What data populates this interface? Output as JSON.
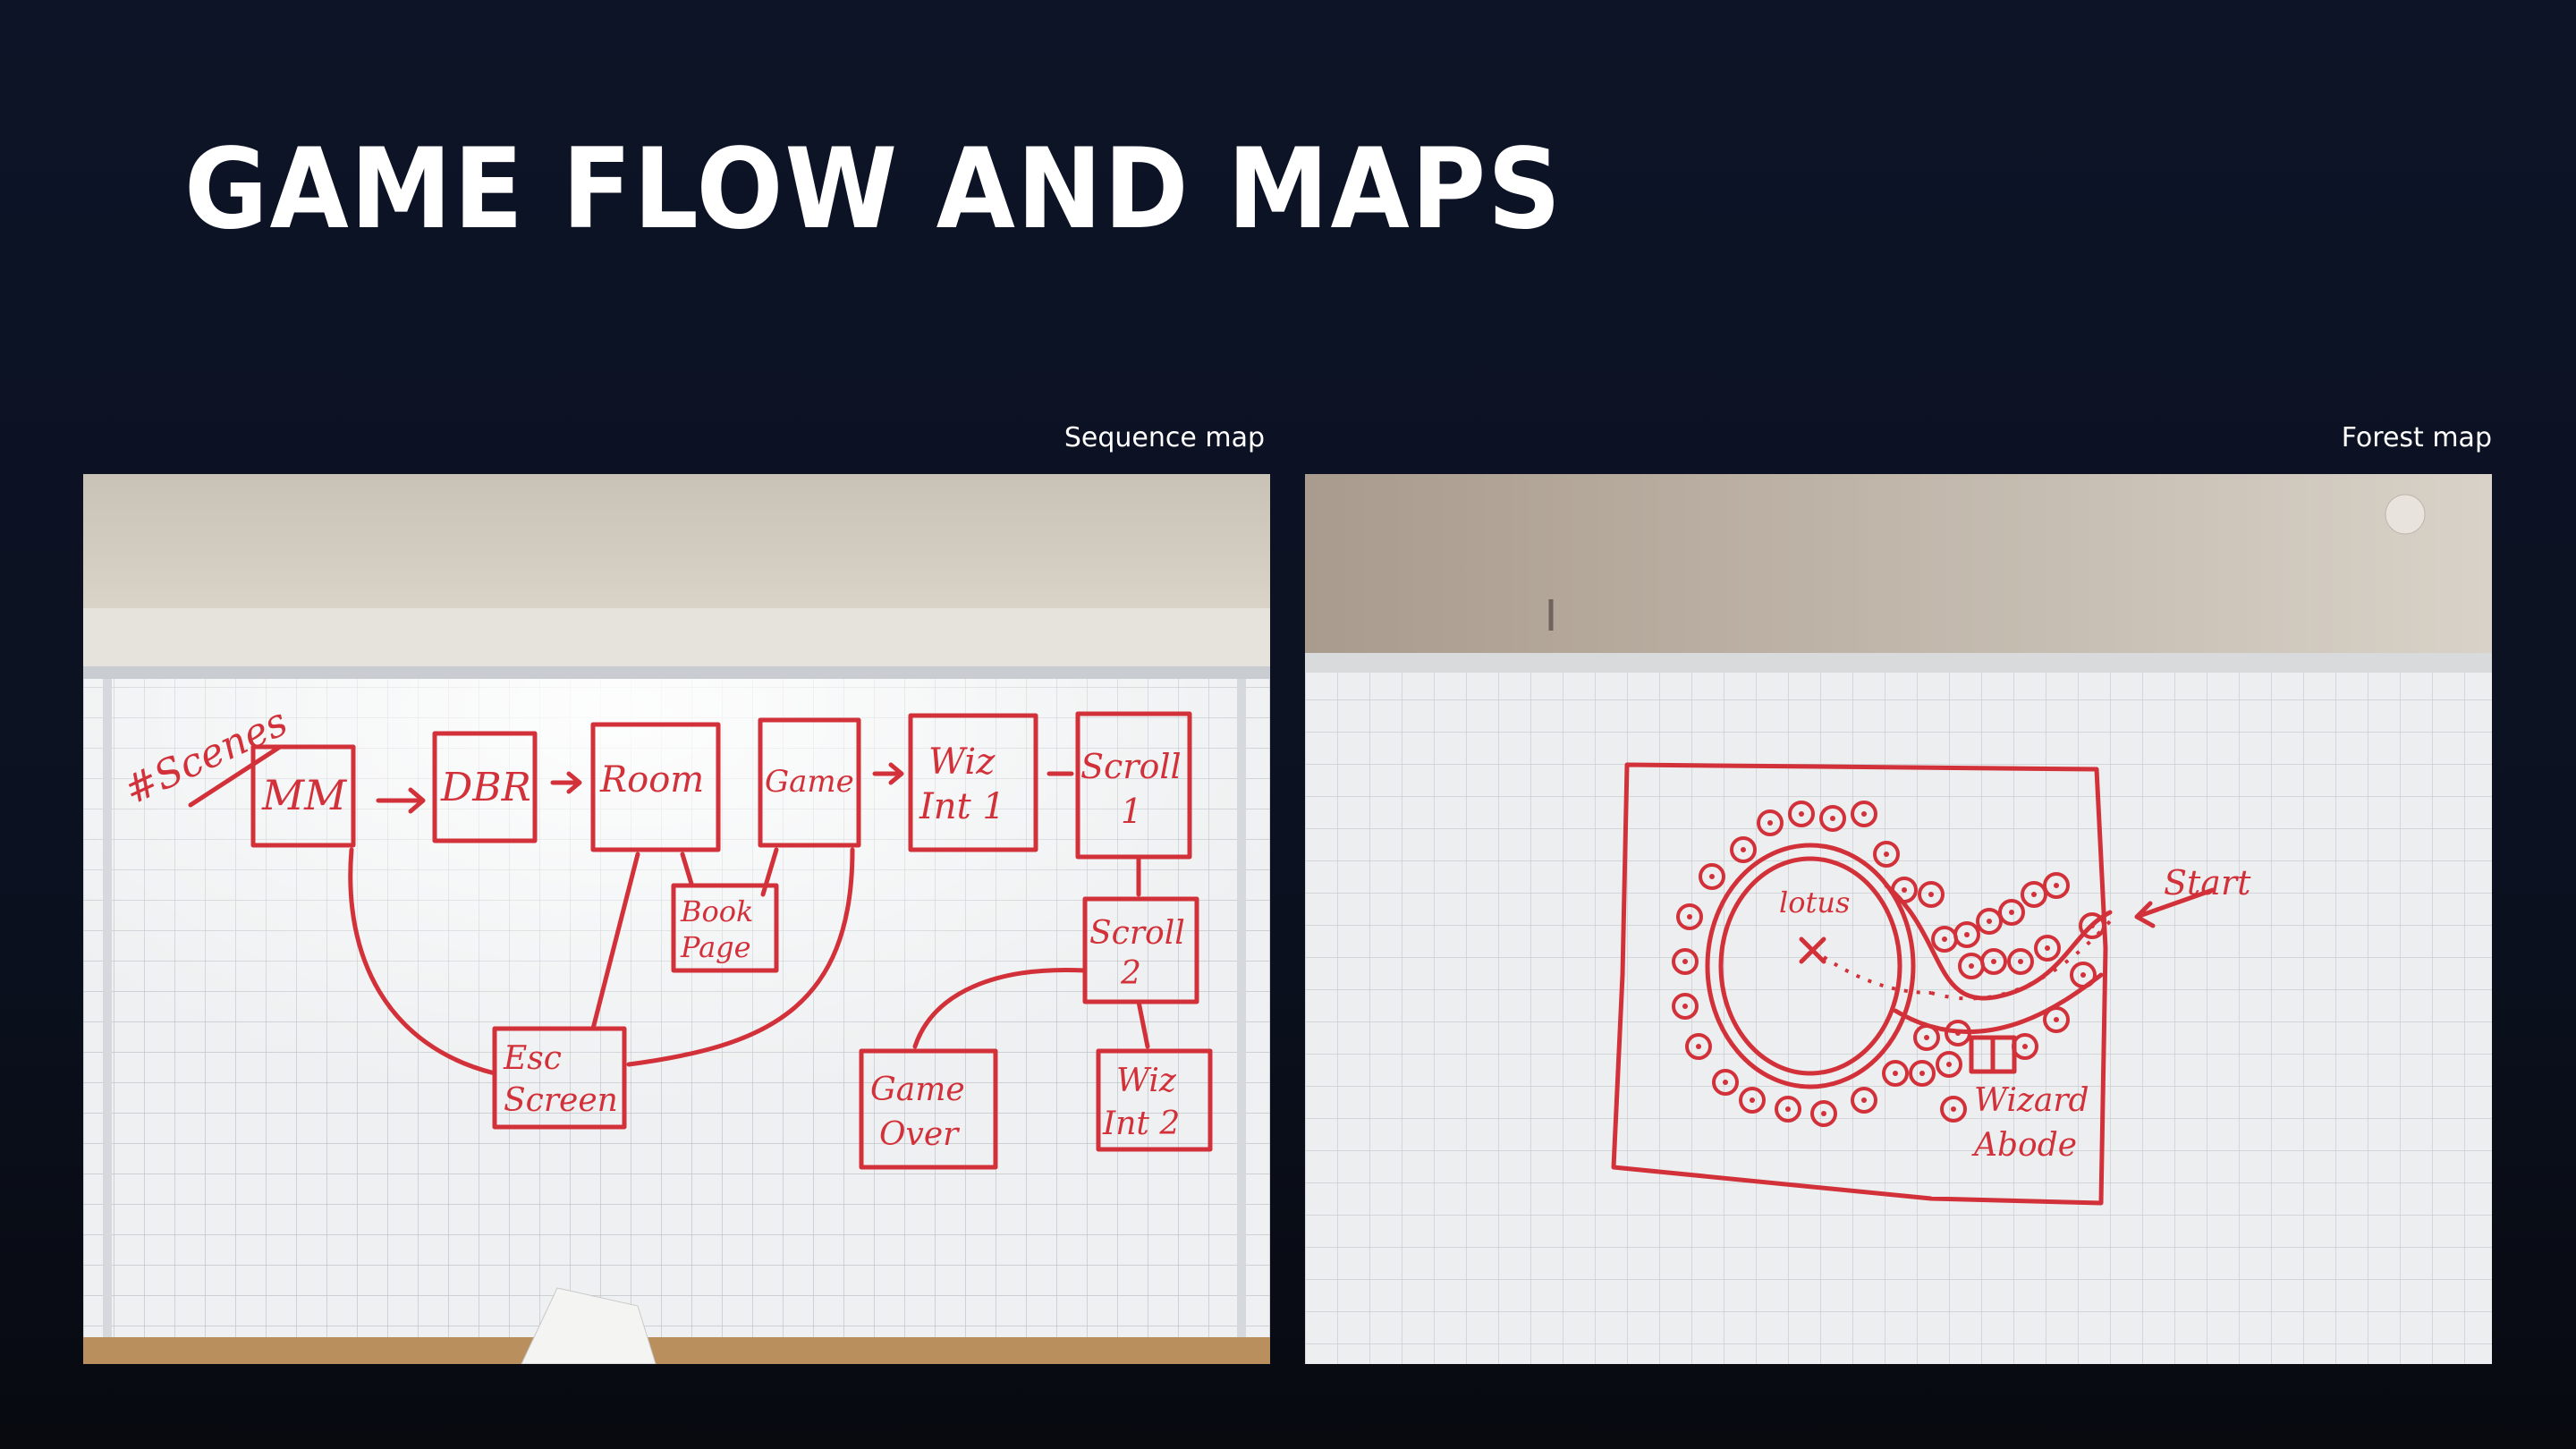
{
  "slide": {
    "title": "GAME FLOW AND MAPS"
  },
  "photos": [
    {
      "caption": "Sequence map",
      "whiteboard_labels": [
        "#Scenes",
        "MM",
        "DBR",
        "Room",
        "Game",
        "Wiz Int 1",
        "Scroll 1",
        "Book Page",
        "Scroll 2",
        "Esc Screen",
        "Game Over",
        "Wiz Int 2"
      ]
    },
    {
      "caption": "Forest map",
      "whiteboard_labels": [
        "lotus",
        "Start",
        "Wizard Abode"
      ]
    }
  ],
  "colors": {
    "background": "#0b1120",
    "title": "#ffffff",
    "marker_ink": "#d2313a"
  }
}
